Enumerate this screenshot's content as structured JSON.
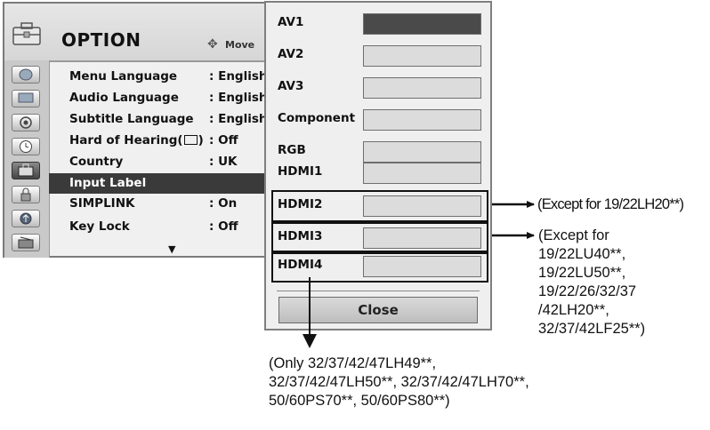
{
  "option_menu": {
    "title": "OPTION",
    "move_hint": "Move",
    "categories": [
      {
        "icon": "satellite-dish-icon"
      },
      {
        "icon": "monitor-icon"
      },
      {
        "icon": "speaker-icon"
      },
      {
        "icon": "clock-icon"
      },
      {
        "icon": "toolbox-icon",
        "selected": true
      },
      {
        "icon": "padlock-icon"
      },
      {
        "icon": "usb-icon"
      },
      {
        "icon": "media-icon"
      }
    ],
    "items": [
      {
        "label": "Menu Language",
        "value": ": English"
      },
      {
        "label": "Audio Language",
        "value": ": English"
      },
      {
        "label": "Subtitle Language",
        "value": ": English"
      },
      {
        "label": "Hard of Hearing(",
        "label_end": ")",
        "value": ": Off"
      },
      {
        "label": "Country",
        "value": ": UK"
      },
      {
        "label": "Input Label",
        "value": "",
        "selected": true
      },
      {
        "label": "SIMPLINK",
        "value": ": On"
      },
      {
        "label": "Key Lock",
        "value": ": Off"
      }
    ]
  },
  "input_label_popup": {
    "sources": [
      "AV1",
      "AV2",
      "AV3",
      "Component",
      "RGB",
      "HDMI1",
      "HDMI2",
      "HDMI3",
      "HDMI4"
    ],
    "active_source": "AV1",
    "close_label": "Close"
  },
  "annotations": {
    "hdmi2": "(Except for 19/22LH20**)",
    "hdmi3": [
      "(Except for",
      "19/22LU40**,",
      "19/22LU50**,",
      "19/22/26/32/37",
      "/42LH20**,",
      "32/37/42LF25**)"
    ],
    "hdmi4": [
      "(Only 32/37/42/47LH49**,",
      "32/37/42/47LH50**, 32/37/42/47LH70**,",
      "50/60PS70**, 50/60PS80**)"
    ]
  }
}
